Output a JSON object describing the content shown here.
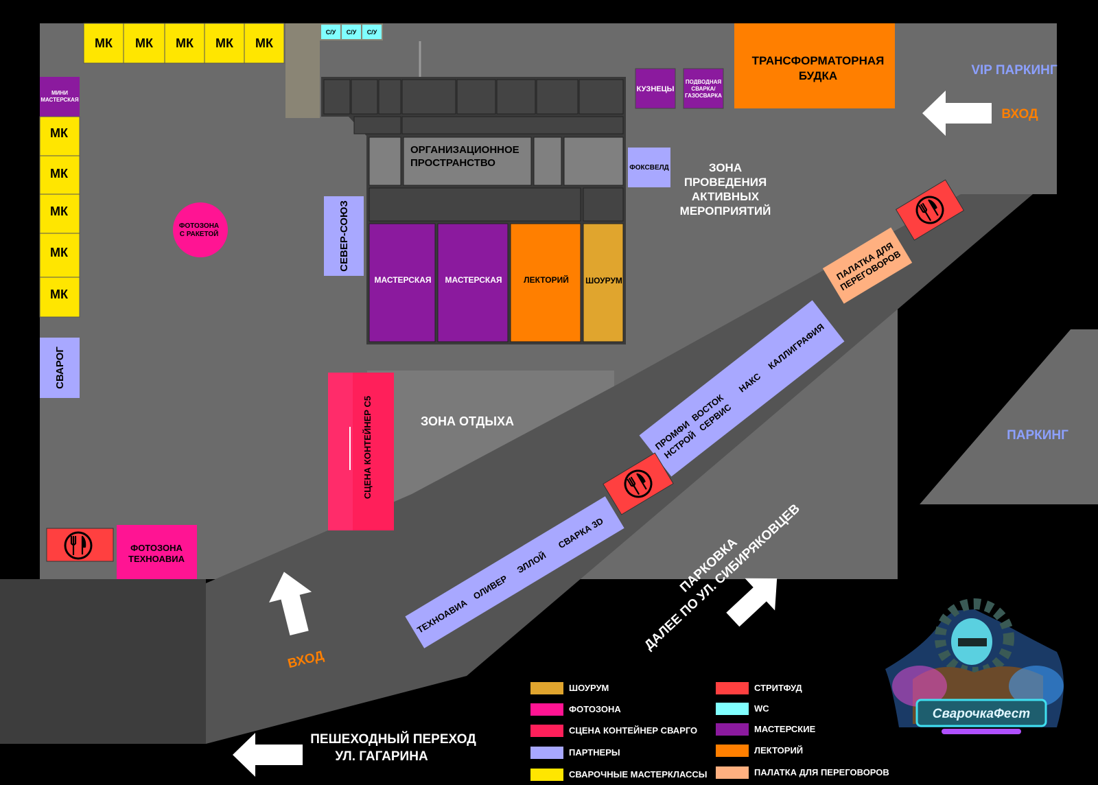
{
  "colors": {
    "void": "#000000",
    "ground": "#696969",
    "road": "#505050",
    "building_dark": "#3a3a3a",
    "building_cell": "#808080",
    "workshop": "#8b1a9e",
    "lectures": "#ff7f00",
    "showroom": "#e0a52e",
    "mk": "#ffe600",
    "partners": "#a8a8ff",
    "photozone": "#ff1493",
    "stage": "#ff1f5a",
    "streetfood": "#ff4040",
    "wc": "#80ffff",
    "negotiation": "#ffb080",
    "orange_text": "#ff7f00",
    "vip_text": "#8ca0ff"
  },
  "zones": {
    "mk_top": [
      "МК",
      "МК",
      "МК",
      "МК",
      "МК"
    ],
    "mk_left": [
      "МК",
      "МК",
      "МК",
      "МК",
      "МК"
    ],
    "mini_workshop": "МИНИ МАСТЕРСКАЯ",
    "wc": [
      "С/У",
      "С/У",
      "С/У"
    ],
    "blacksmiths": "КУЗНЕЦЫ",
    "underwater_welding": "ПОДВОДНАЯ СВАРКА/ ГАЗОСВАРКА",
    "transformer": "ТРАНСФОРМАТОРНАЯ БУДКА",
    "vip_parking": "VIP ПАРКИНГ",
    "entrance_right": "ВХОД",
    "org_space": "ОРГАНИЗАЦИОННОЕ ПРОСТРАНСТВО",
    "foxweld": "ФОКСВЕЛД",
    "active_zone": "ЗОНА ПРОВЕДЕНИЯ АКТИВНЫХ МЕРОПРИЯТИЙ",
    "photo_rocket": "ФОТОЗОНА С РАКЕТОЙ",
    "sever_soyuz": "СЕВЕР-СОЮЗ",
    "workshop_1": "МАСТЕРСКАЯ",
    "workshop_2": "МАСТЕРСКАЯ",
    "lectures": "ЛЕКТОРИЙ",
    "showroom": "ШОУРУМ",
    "svarog": "СВАРОГ",
    "stage_container": "СЦЕНА КОНТЕЙНЕР С5",
    "rest_zone": "ЗОНА ОТДЫХА",
    "negotiation_tent": "ПАЛАТКА ДЛЯ ПЕРЕГОВОРОВ",
    "partners_upper": [
      "ПРОМФИ",
      "НСТРОЙ",
      "ВОСТОК",
      "СЕРВИС",
      "НАКС",
      "КАЛЛИГРАФИЯ"
    ],
    "partners_lower": [
      "ТЕХНОАВИА",
      "ОЛИВЕР",
      "ЭЛЛОЙ",
      "СВАРКА 3D"
    ],
    "parking": "ПАРКИНГ",
    "photo_technoavia": "ФОТОЗОНА ТЕХНОАВИА",
    "entrance_bottom": "ВХОД",
    "parking_directions": "ПАРКОВКА",
    "parking_directions_2": "ДАЛЕЕ ПО УЛ. СИБИРЯКОВЦЕВ",
    "pedestrian_crossing": "ПЕШЕХОДНЫЙ ПЕРЕХОД",
    "gagarin_street": "УЛ. ГАГАРИНА"
  },
  "legend": [
    {
      "label": "ШОУРУМ",
      "color": "#e0a52e"
    },
    {
      "label": "ФОТОЗОНА",
      "color": "#ff1493"
    },
    {
      "label": "СЦЕНА КОНТЕЙНЕР СВАРГО",
      "color": "#ff1f5a"
    },
    {
      "label": "ПАРТНЕРЫ",
      "color": "#a8a8ff"
    },
    {
      "label": "СВАРОЧНЫЕ МАСТЕРКЛАССЫ",
      "color": "#ffe600"
    },
    {
      "label": "СТРИТФУД",
      "color": "#ff4040"
    },
    {
      "label": "WC",
      "color": "#80ffff"
    },
    {
      "label": "МАСТЕРСКИЕ",
      "color": "#8b1a9e"
    },
    {
      "label": "ЛЕКТОРИЙ",
      "color": "#ff7f00"
    },
    {
      "label": "ПАЛАТКА ДЛЯ ПЕРЕГОВОРОВ",
      "color": "#ffb080"
    }
  ],
  "logo": "СварочкаФест",
  "icons": {
    "streetfood": "fork-knife-icon",
    "entrance": "arrow-icon"
  }
}
